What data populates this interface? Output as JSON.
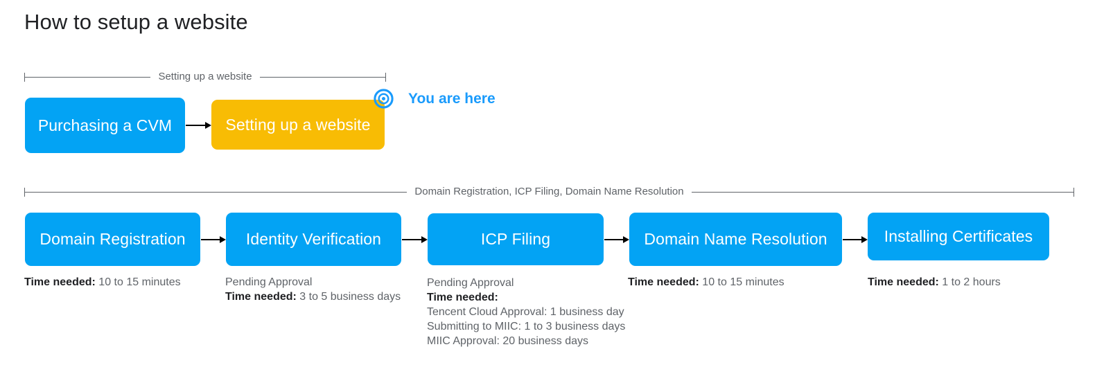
{
  "page": {
    "title": "How to setup a website",
    "background": "#ffffff"
  },
  "colors": {
    "node_blue": "#03a3f4",
    "node_orange": "#f8bc04",
    "marker_blue": "#1a9bfc",
    "ruler_gray": "#5f6368",
    "caption_gray": "#5f6368",
    "caption_strong": "#202124"
  },
  "rulers": {
    "top": {
      "label": "Setting up a website"
    },
    "bottom": {
      "label": "Domain Registration, ICP Filing, Domain Name Resolution"
    }
  },
  "marker": {
    "icon": "target-circle-icon",
    "label": "You are here"
  },
  "flow_row_1": {
    "nodes": [
      {
        "label": "Purchasing a CVM",
        "color": "blue"
      },
      {
        "label": "Setting up a website",
        "color": "orange"
      }
    ]
  },
  "flow_row_2": {
    "nodes": [
      {
        "label": "Domain Registration",
        "color": "blue"
      },
      {
        "label": "Identity Verification",
        "color": "blue"
      },
      {
        "label": "ICP Filing",
        "color": "blue"
      },
      {
        "label": "Domain Name Resolution",
        "color": "blue"
      },
      {
        "label": "Installing Certificates",
        "color": "blue"
      }
    ]
  },
  "captions": {
    "domain_registration": {
      "time_label": "Time needed:",
      "time_value": "10 to 15 minutes"
    },
    "identity_verification": {
      "status": "Pending Approval",
      "time_label": "Time needed:",
      "time_value": "3 to 5 business days"
    },
    "icp_filing": {
      "status": "Pending Approval",
      "time_label": "Time needed:",
      "detail_1": "Tencent Cloud Approval: 1 business day",
      "detail_2": "Submitting to MIIC: 1 to 3 business days",
      "detail_3": "MIIC Approval: 20 business days"
    },
    "domain_name_resolution": {
      "time_label": "Time needed:",
      "time_value": "10 to 15 minutes"
    },
    "installing_certificates": {
      "time_label": "Time needed:",
      "time_value": "1 to 2 hours"
    }
  }
}
